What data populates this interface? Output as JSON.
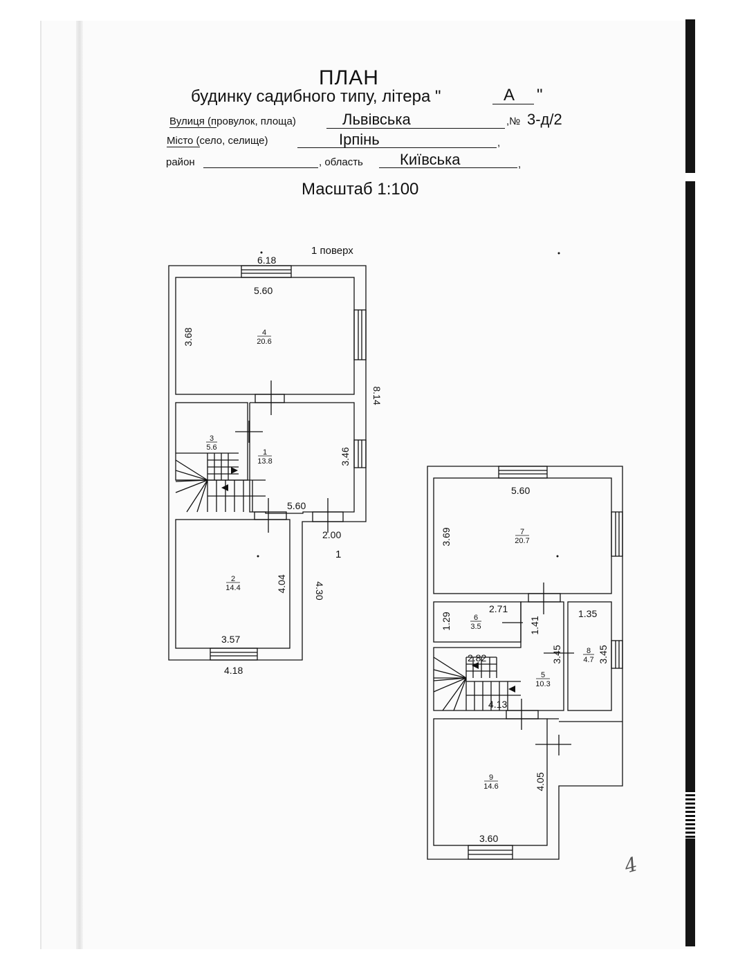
{
  "header": {
    "title": "ПЛАН",
    "subtitle": "будинку садибного типу, літера \"",
    "litera": "А",
    "subtitle_end": "\"",
    "street_label": "Вулиця (провулок, площа)",
    "street_value": "Львівська",
    "number_label": ",№",
    "number_value": "3-д/2",
    "city_label": "Місто (село, селище)",
    "city_value": "Ірпінь",
    "city_end": ",",
    "district_label": "район",
    "region_label": ", область",
    "region_value": "Київська",
    "region_end": ",",
    "scale": "Масштаб 1:100"
  },
  "floor1": {
    "label": "1 поверх",
    "dims": {
      "top_outer": "6.18",
      "room4_width": "5.60",
      "room4_height": "3.68",
      "overall_height": "8.14",
      "room1_height": "3.46",
      "room1_width": "5.60",
      "porch_width": "2.00",
      "porch_mark": "1",
      "room2_height": "4.04",
      "room2_outer_height": "4.30",
      "room2_width": "3.57",
      "bottom_outer": "4.18"
    },
    "rooms": [
      {
        "no": "4",
        "area": "20.6"
      },
      {
        "no": "3",
        "area": "5.6"
      },
      {
        "no": "1",
        "area": "13.8"
      },
      {
        "no": "2",
        "area": "14.4"
      }
    ]
  },
  "floor2": {
    "dims": {
      "room7_width": "5.60",
      "room7_height": "3.69",
      "room6_height": "1.29",
      "room6_width": "2.71",
      "corridor_height": "1.41",
      "room8_width": "1.35",
      "room5_height": "3.45",
      "room8_height": "3.45",
      "stair_width": "2.82",
      "room5_width": "4.13",
      "room9_height": "4.05",
      "room9_width": "3.60"
    },
    "rooms": [
      {
        "no": "7",
        "area": "20.7"
      },
      {
        "no": "6",
        "area": "3.5"
      },
      {
        "no": "8",
        "area": "4.7"
      },
      {
        "no": "5",
        "area": "10.3"
      },
      {
        "no": "9",
        "area": "14.6"
      }
    ]
  },
  "page_mark": "4"
}
